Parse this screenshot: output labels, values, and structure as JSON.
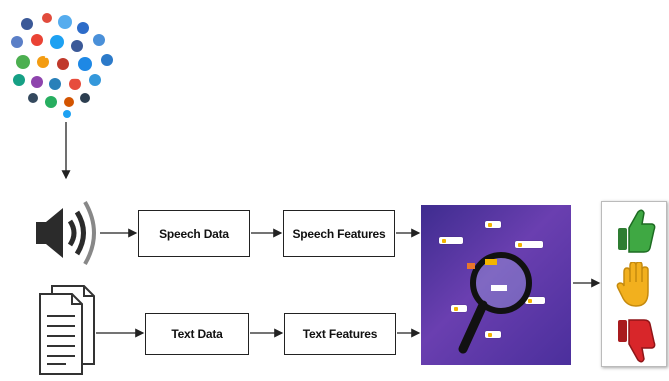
{
  "diagram": {
    "nodes": {
      "speech_data": "Speech Data",
      "speech_features": "Speech Features",
      "text_data": "Text Data",
      "text_features": "Text Features"
    },
    "icons": {
      "source": "social-media-cloud-icon",
      "speech": "speaker-icon",
      "text": "document-icon",
      "analysis": "magnifier-analysis-icon",
      "positive": "thumbs-up-icon",
      "neutral": "open-hand-icon",
      "negative": "thumbs-down-icon"
    },
    "colors": {
      "analysis_bg": "#4b2f9c",
      "positive": "#2e9e3a",
      "neutral": "#f2b01e",
      "negative": "#d8262a"
    }
  }
}
